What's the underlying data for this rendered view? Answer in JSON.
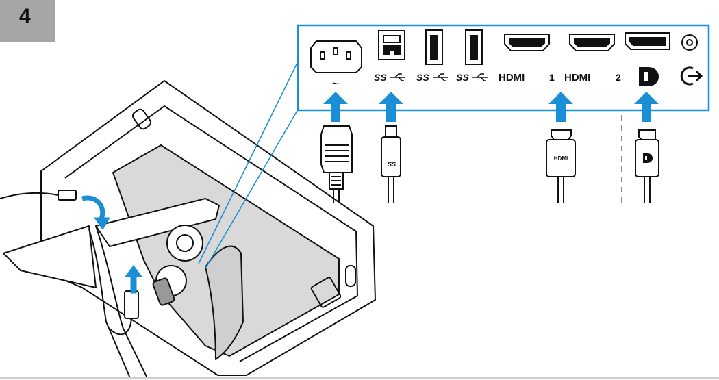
{
  "step": {
    "number": "4"
  },
  "panel": {
    "ac_symbol": "~",
    "usb_labels": [
      "SS",
      "SS",
      "SS"
    ],
    "hdmi_ports": [
      {
        "label": "HDMI",
        "number": "1"
      },
      {
        "label": "HDMI",
        "number": "2"
      }
    ],
    "dp_label": "D",
    "audio_symbol": "audio-out-icon"
  },
  "cables": {
    "usb_plug_text": "SS",
    "hdmi_plug_text": "HDMI",
    "dp_plug_text": "D"
  },
  "colors": {
    "accent": "#1a8fd6",
    "line": "#111111",
    "badge": "#a6a6a6",
    "shade": "#d9d9d9"
  }
}
